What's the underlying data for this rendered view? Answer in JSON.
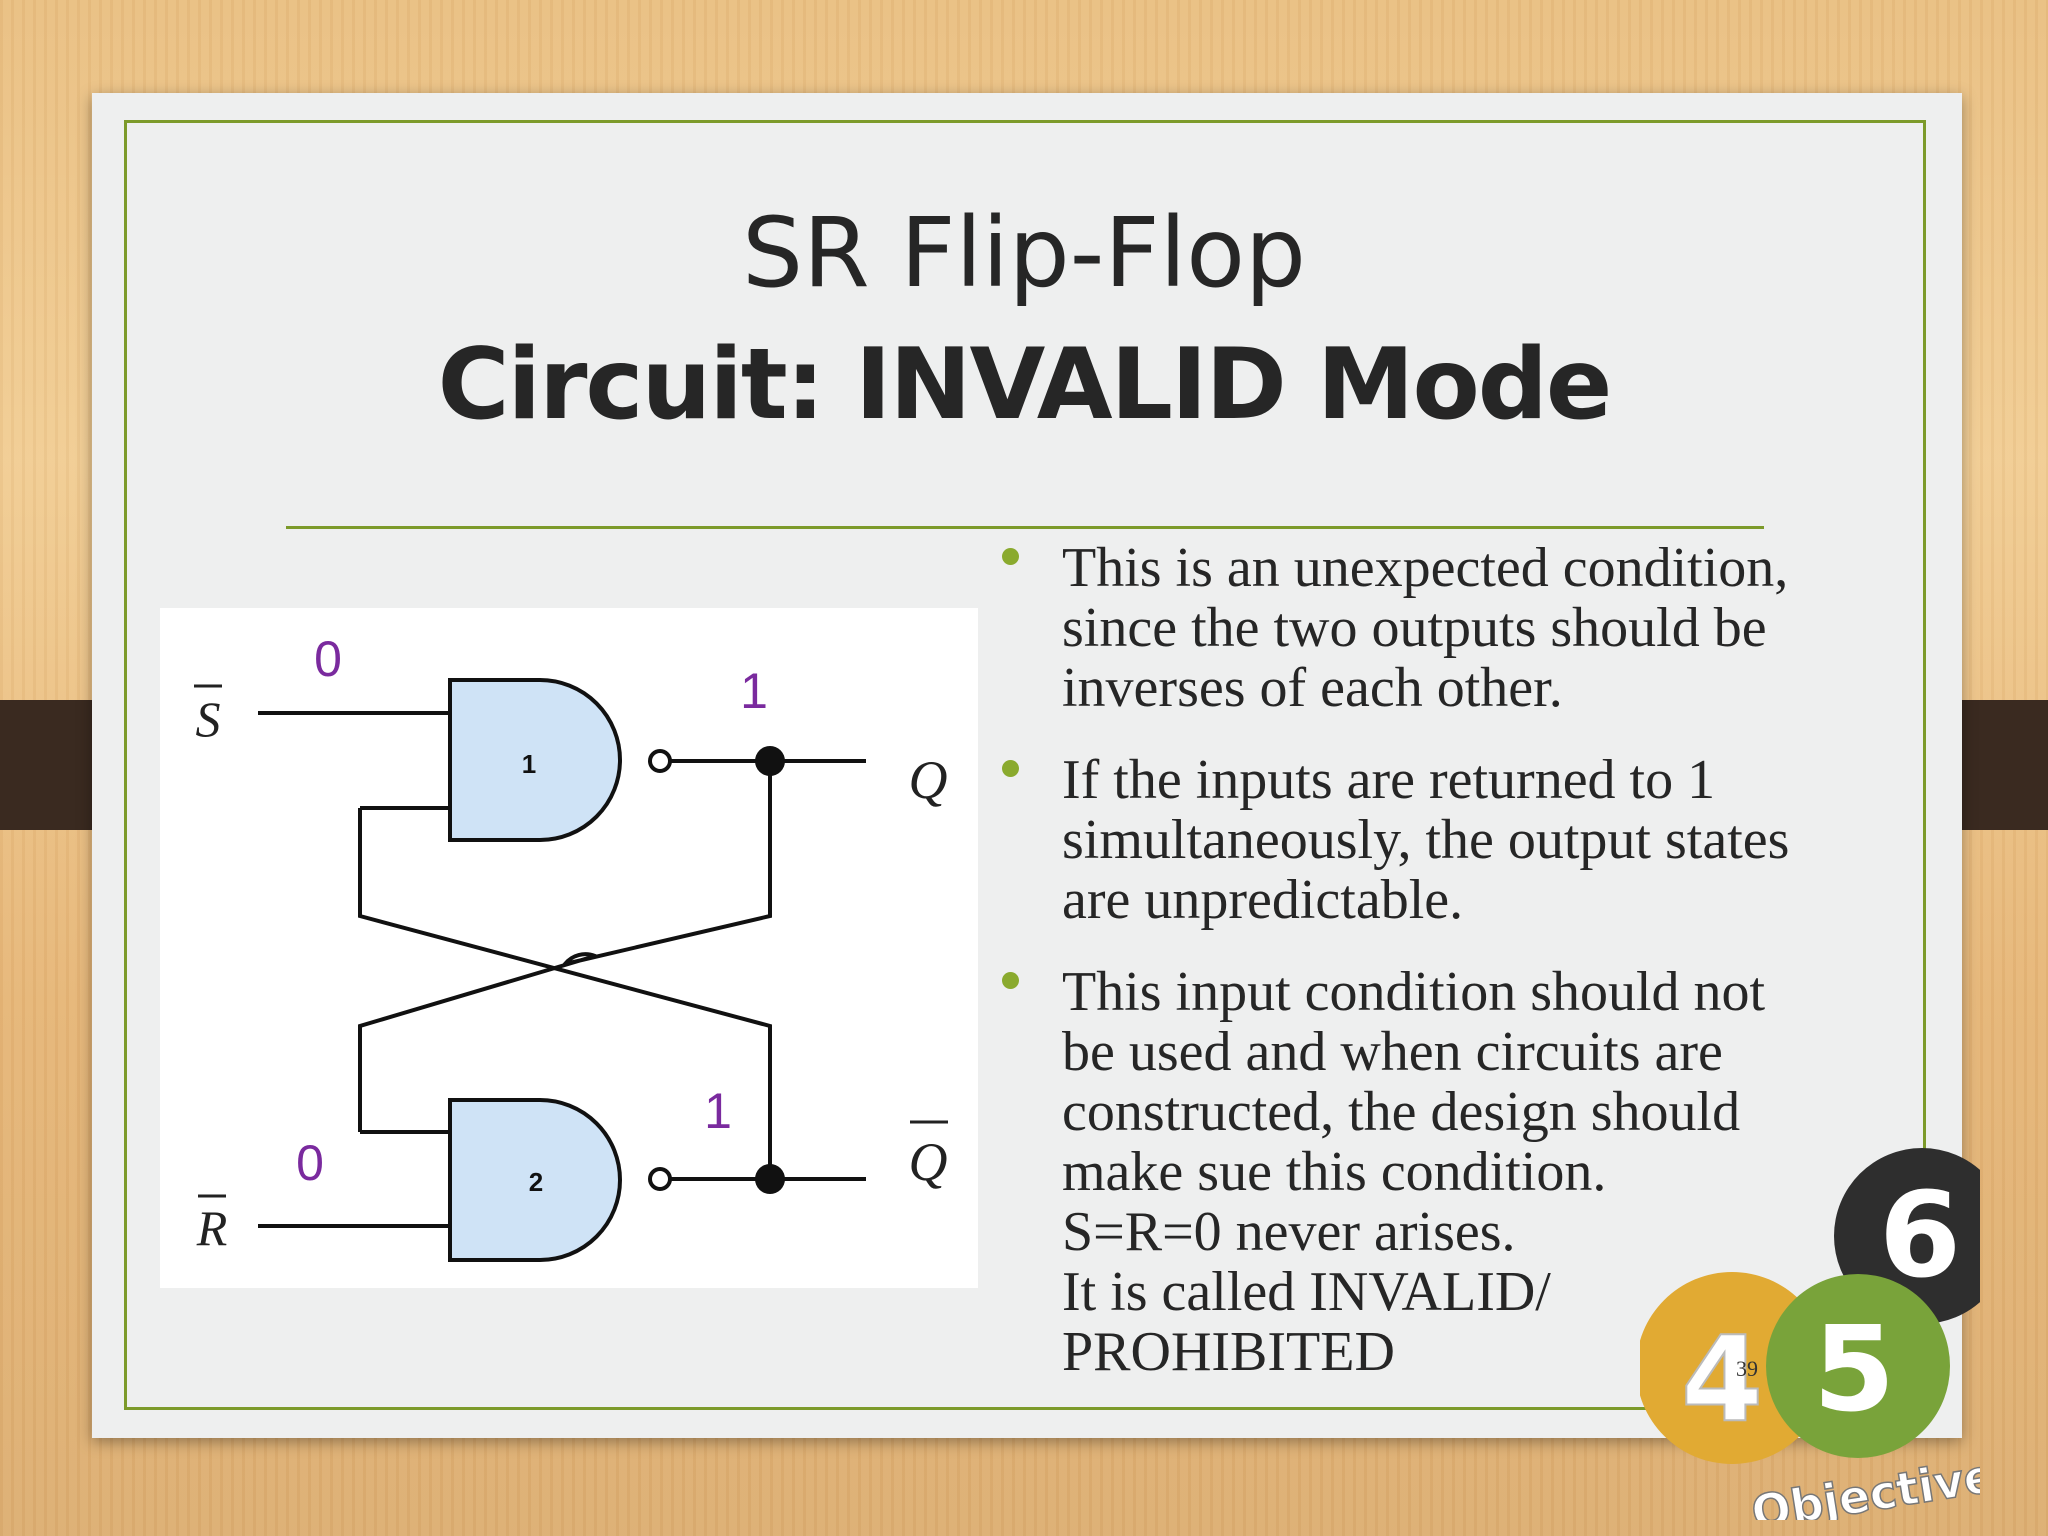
{
  "slide": {
    "title_line1": "SR Flip-Flop",
    "title_line2": "Circuit: INVALID Mode",
    "page_number": "39"
  },
  "diagram": {
    "label_s": "S",
    "label_r": "R",
    "label_q": "Q",
    "label_qbar": "Q",
    "input_s_value": "0",
    "input_r_value": "0",
    "output_q_value": "1",
    "output_qbar_value": "1",
    "gate1_label": "1",
    "gate2_label": "2"
  },
  "bullets": [
    {
      "lines": [
        "This is an unexpected condition,",
        "since the two outputs should be",
        "inverses of  each other."
      ]
    },
    {
      "lines": [
        "If  the inputs are returned to 1",
        "simultaneously, the output states",
        "are unpredictable."
      ]
    },
    {
      "lines": [
        "This input condition should not",
        "be used and when circuits are",
        "constructed, the design should",
        "make sue this condition.",
        "S=R=0 never arises.",
        "It is called INVALID/",
        "PROHIBITED"
      ]
    }
  ],
  "logo": {
    "num4": "4",
    "num5": "5",
    "num6": "6",
    "word": "Objective"
  },
  "colors": {
    "accent_green": "#7c9a2a",
    "gate_fill": "#cfe3f6",
    "value_purple": "#7a2a9e",
    "badge_yellow": "#e1aa33",
    "badge_green": "#79a33a",
    "badge_dark": "#2e2e2e"
  }
}
